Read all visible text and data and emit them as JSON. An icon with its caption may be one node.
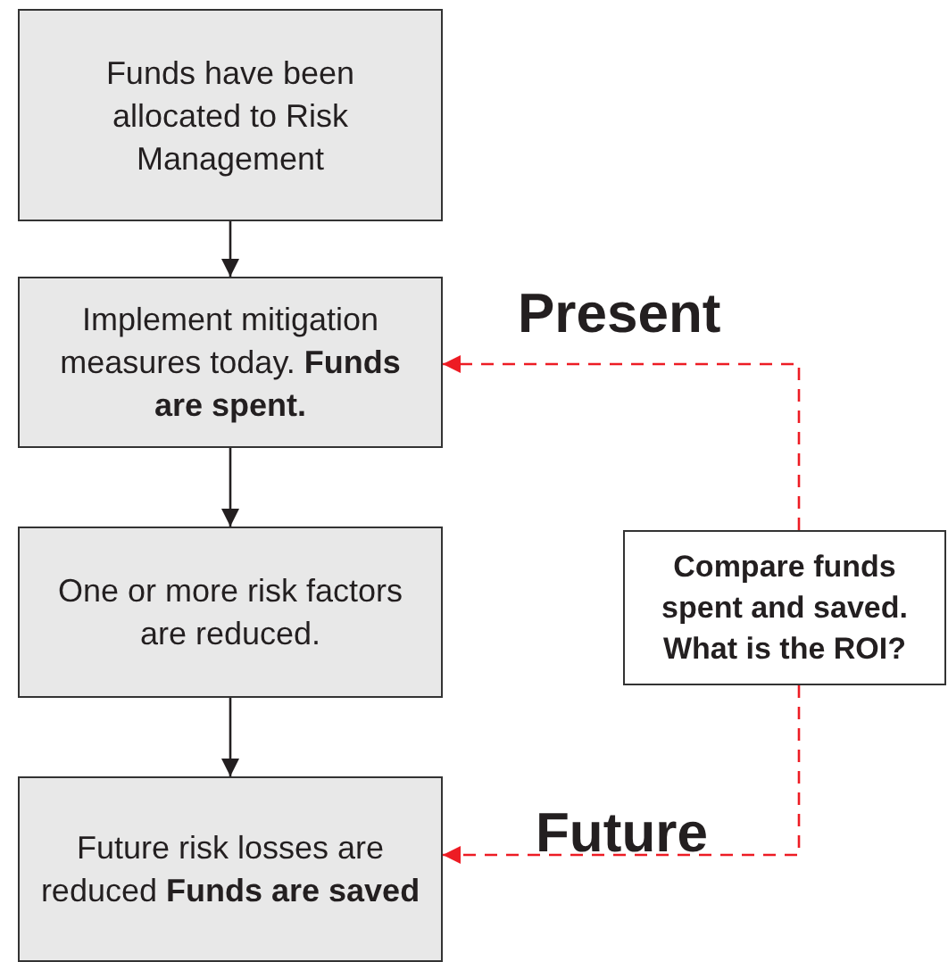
{
  "diagram": {
    "nodes": [
      {
        "text": [
          "Funds have been allocated to Risk Management"
        ]
      },
      {
        "text": [
          "Implement mitigation measures today. **Funds are spent.**"
        ]
      },
      {
        "text": [
          "One or more risk factors are reduced."
        ]
      },
      {
        "text": [
          "Future risk losses are reduced **Funds are saved**"
        ]
      },
      {
        "text": [
          "Compare funds spent and saved. What is the ROI?"
        ]
      }
    ],
    "edges": [
      {
        "from": 0,
        "to": 1,
        "arrow": "to"
      },
      {
        "from": 1,
        "to": 2,
        "arrow": "to"
      },
      {
        "from": 2,
        "to": 3,
        "arrow": "to"
      },
      {
        "from": 4,
        "to": 1,
        "arrow": "to",
        "style": "dashed",
        "color": "#ed1c24"
      },
      {
        "from": 4,
        "to": 3,
        "arrow": "to",
        "style": "dashed",
        "color": "#ed1c24"
      }
    ],
    "labels": [
      "Present",
      "Future"
    ]
  }
}
